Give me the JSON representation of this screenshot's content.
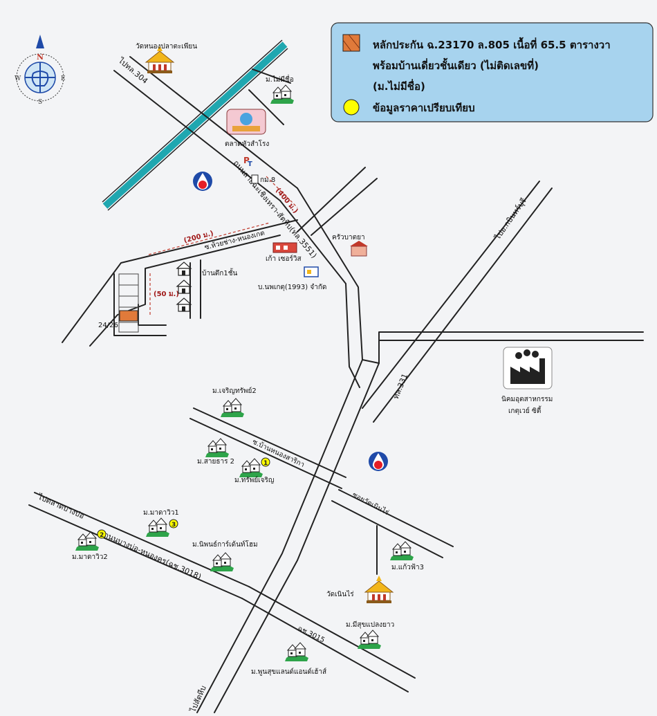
{
  "legend": {
    "collateral_line1": "หลักประกัน ฉ.23170 ล.805 เนื้อที่ 65.5 ตารางวา",
    "collateral_line2": "พร้อมบ้านเดี่ยวชั้นเดียว (ไม่ติดเลขที่)",
    "collateral_line3": "(ม.ไม่มีชื่อ)",
    "comparison": "ข้อมูลราคาเปรียบเทียบ",
    "colors": {
      "collateral": "#e07a3a",
      "comparison": "#ffff00",
      "box_bg": "#a7d3ee"
    }
  },
  "compass": {
    "n": "N",
    "s": "S",
    "e": "E",
    "w": "W"
  },
  "roads": {
    "to_tl304": "ไปทล.304",
    "main_3551": "ถนนสายฉะเชิงเทรา-สัตหีบ(ทล.3551)",
    "soi_huaichang": "ซ.ห้วยช่าง-หนองเกต",
    "to_prachin": "ไปอ.กบินทร์บุรี",
    "tl331": "ทล.331",
    "soi_bannong": "ซ.บ้านหนองสาริกา",
    "soi_wat": "ซอยวัดเนินไร่",
    "bangbo_road": "ถนนบางบ่อ-หนองคร(ฉช.3018)",
    "to_bangbo": "ไปตลาดบางบ่อ",
    "chch3015": "ฉช.3015",
    "to_sattahip": "ไปสัตหีบ"
  },
  "distances": {
    "d400": "(400 ม.)",
    "d200": "(200 ม.)",
    "d50": "(50 ม.)"
  },
  "places": {
    "wat_nongpla": "วัดหนองปลาตะเพียน",
    "mai_mi_chue": "ม.ไม่มีชื่อ",
    "talat": "ตลาดหัวสำโรง",
    "km8": "กม.8",
    "krua": "ครัวบาตยา",
    "kao_service": "เก้า เซอร์วิส",
    "company": "บ.นพเกตุ(1993) จำกัด",
    "ban_tuek": "บ้านตึก1ชั้น",
    "lot_no": "24/26",
    "estate": "นิคมอุตสาหกรรม\nเกตุเวย์ ซิตี้",
    "estate_l1": "นิคมอุตสาหกรรม",
    "estate_l2": "เกตุเวย์ ซิตี้",
    "charoensap2": "ม.เจริญทรัพย์2",
    "saithan2": "ม.สายธาร 2",
    "sapcharoen": "ม.ทรัพย์เจริญ",
    "madaviw1": "ม.มาดาวิว1",
    "madaviw2": "ม.มาดาวิว2",
    "niphon": "ม.นิพนธ์การ์เด้นท์โฮม",
    "kaewfa3": "ม.แก้วฟ้า3",
    "wat_noenrai": "วัดเนินไร่",
    "misuk": "ม.มีสุขแปลงยาว",
    "phunsuk": "ม.พูนสุขแลนด์แอนด์เฮ้าส์"
  },
  "comparisons": {
    "c1": "1",
    "c2": "2",
    "c3": "3"
  }
}
